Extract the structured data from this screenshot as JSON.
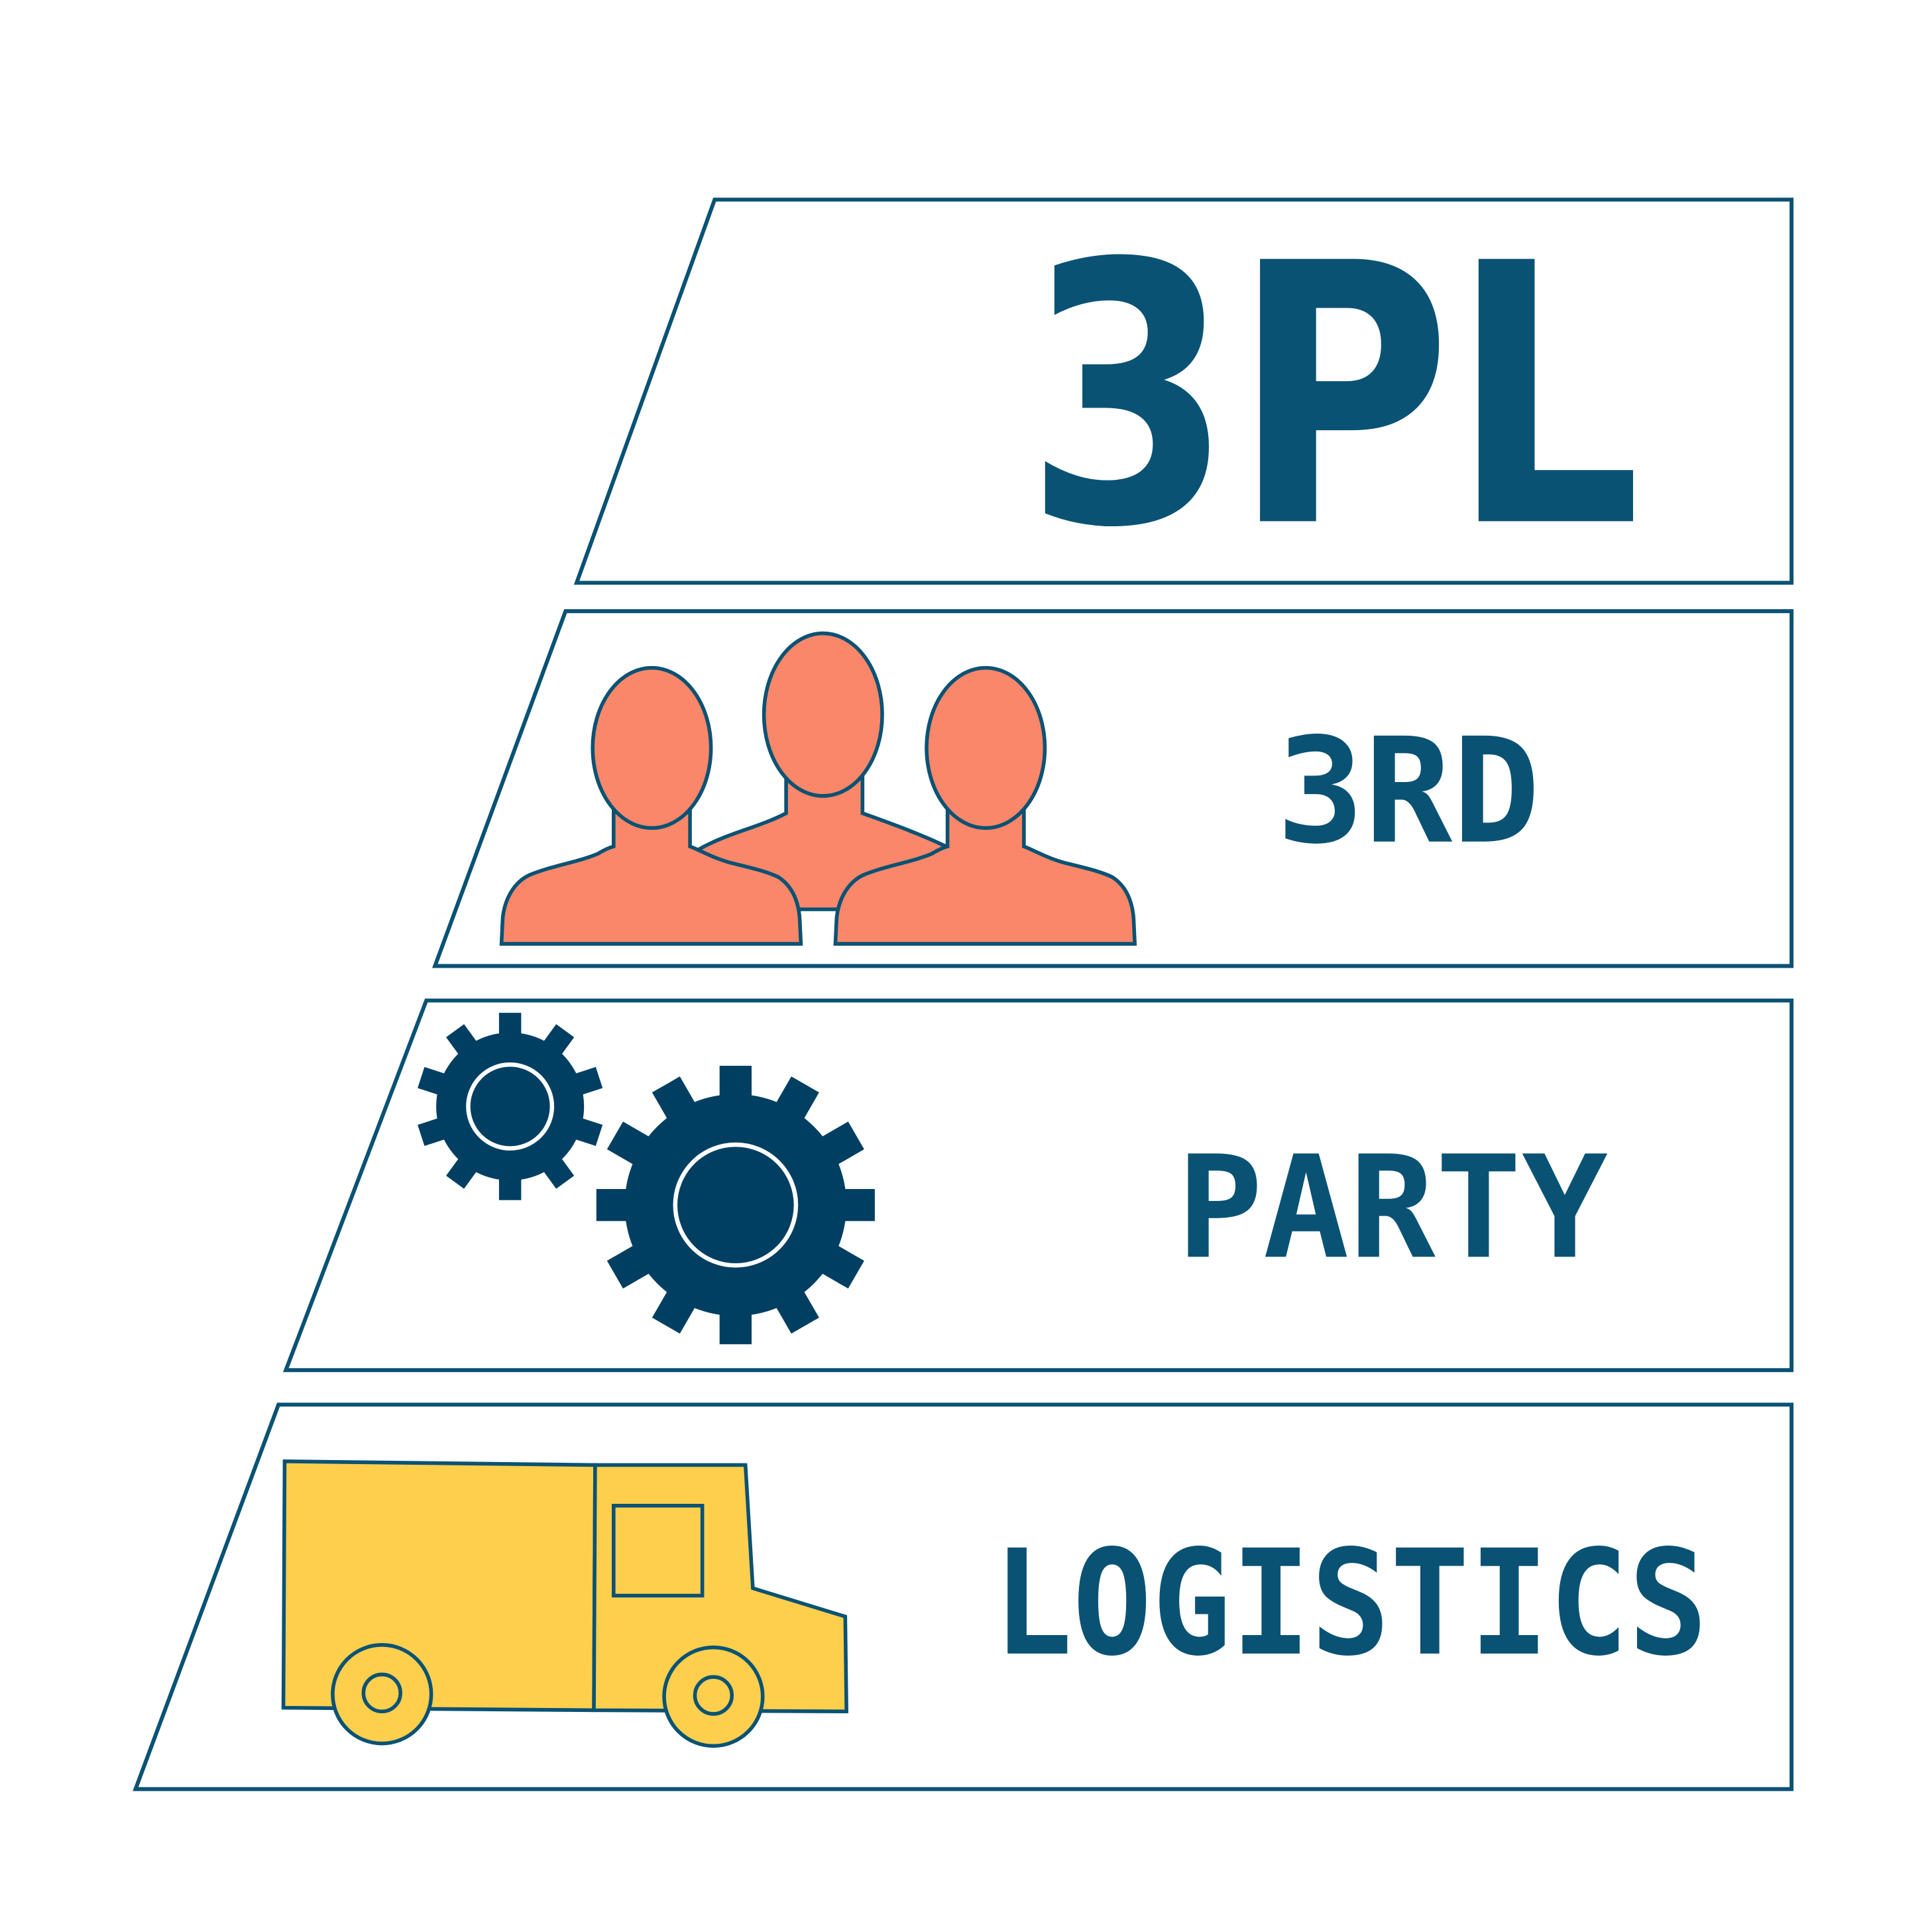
{
  "title": "3PL",
  "rows": [
    {
      "label": "3RD",
      "icon": "people-icon"
    },
    {
      "label": "PARTY",
      "icon": "gears-icon"
    },
    {
      "label": "LOGISTICS",
      "icon": "truck-icon"
    }
  ],
  "colors": {
    "background": "#ffffff",
    "outline": "#0a5274",
    "text": "#0a5274",
    "people_fill": "#fa8769",
    "gear_fill": "#003f62",
    "truck_fill": "#fdcf4c"
  }
}
